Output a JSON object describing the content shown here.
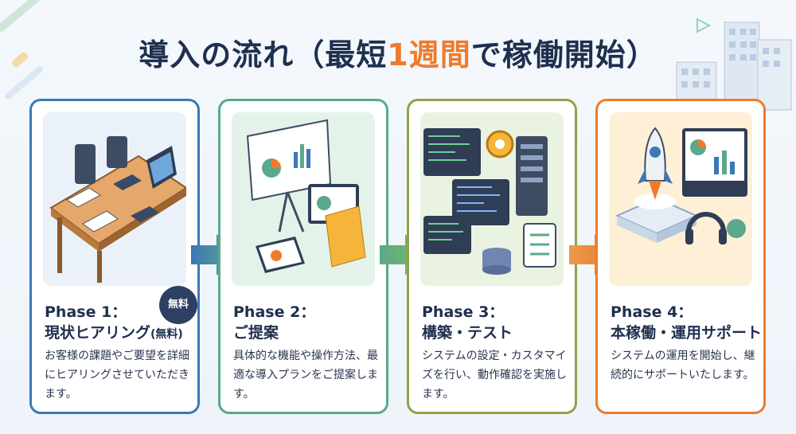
{
  "title": {
    "prefix": "導入の流れ（最短",
    "accent": "1週間",
    "suffix": "で稼働開始）"
  },
  "colors": {
    "phase1": "#3b78b5",
    "phase2": "#5aa98c",
    "phase3": "#8fa24a",
    "phase4": "#ee7b2c",
    "title_accent": "#ee7b2c"
  },
  "phases": [
    {
      "phase": "Phase 1：",
      "heading": "現状ヒアリング",
      "heading_note": "(無料)",
      "badge": "無料",
      "desc": "お客様の課題やご要望を詳細にヒアリングさせていただきます。",
      "icon": "meeting-table-icon"
    },
    {
      "phase": "Phase 2：",
      "heading": "ご提案",
      "desc": "具体的な機能や操作方法、最適な導入プランをご提案します。",
      "icon": "presentation-icon"
    },
    {
      "phase": "Phase 3：",
      "heading": "構築・テスト",
      "desc": "システムの設定・カスタマイズを行い、動作確認を実施します。",
      "icon": "server-monitors-icon"
    },
    {
      "phase": "Phase 4：",
      "heading": "本稼働・運用サポート",
      "desc": "システムの運用を開始し、継続的にサポートいたします。",
      "icon": "rocket-launch-icon"
    }
  ]
}
